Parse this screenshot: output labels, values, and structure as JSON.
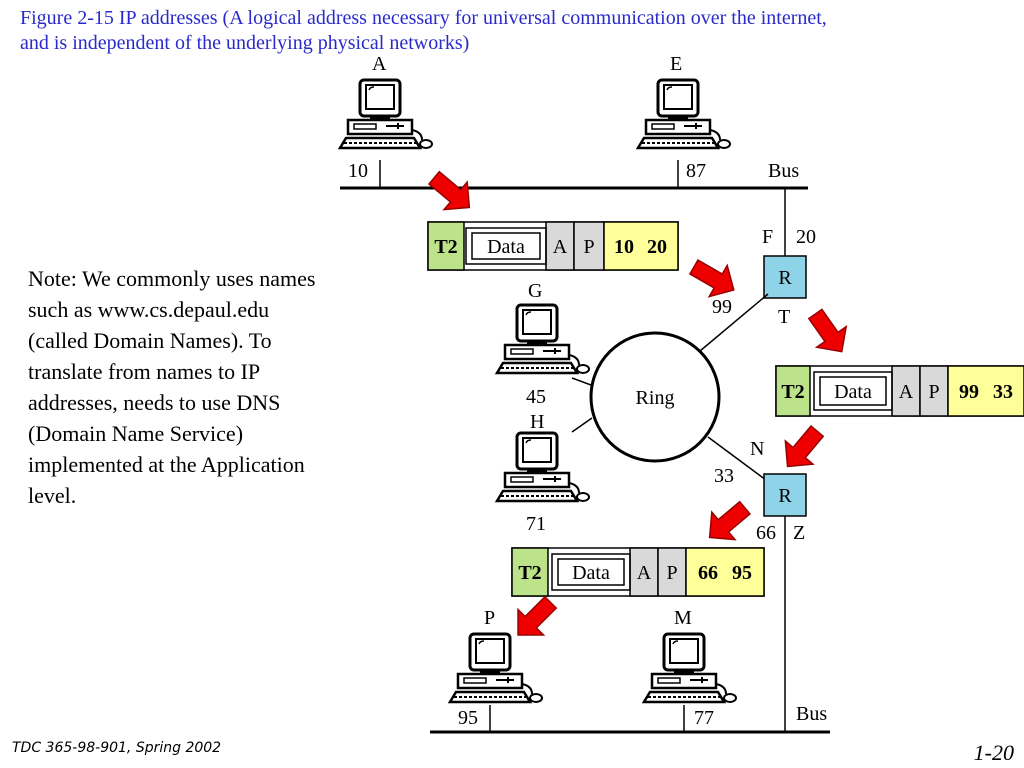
{
  "title_line1": "Figure  2-15 IP addresses (A logical address necessary for universal communication over the internet,",
  "title_line2": "and is independent of the underlying physical networks)",
  "note": "Note: We commonly uses names such as www.cs.depaul.edu (called Domain Names). To translate from names to IP addresses, needs to use DNS (Domain Name Service) implemented at the Application level.",
  "footer_left": "TDC 365-98-901, Spring 2002",
  "footer_right": "1-20",
  "nodes": {
    "A": {
      "name": "A",
      "address": "10"
    },
    "E": {
      "name": "E",
      "address": "87"
    },
    "G": {
      "name": "G",
      "address": "45"
    },
    "H": {
      "name": "H",
      "address": "71"
    },
    "P": {
      "name": "P",
      "address": "95"
    },
    "M": {
      "name": "M",
      "address": "77"
    }
  },
  "labels": {
    "bus_top": "Bus",
    "bus_bottom": "Bus",
    "ring": "Ring",
    "router": "R",
    "router1_top_name": "F",
    "router1_top_addr": "20",
    "router1_ring_addr": "99",
    "router1_ring_name": "T",
    "router2_ring_name": "N",
    "router2_ring_addr": "33",
    "router2_bus_addr": "66",
    "router2_bus_name": "Z"
  },
  "frames": [
    {
      "t2": "T2",
      "data": "Data",
      "a": "A",
      "p": "P",
      "src": "10",
      "dst": "20"
    },
    {
      "t2": "T2",
      "data": "Data",
      "a": "A",
      "p": "P",
      "src": "99",
      "dst": "33"
    },
    {
      "t2": "T2",
      "data": "Data",
      "a": "A",
      "p": "P",
      "src": "66",
      "dst": "95"
    }
  ],
  "colors": {
    "title": "#2a2acc",
    "t2_fill": "#bde38a",
    "addr_fill": "#ffff99",
    "router_fill": "#8fd3e8",
    "arrow_fill": "#ee0000",
    "grey_fill": "#d9d9d9"
  }
}
